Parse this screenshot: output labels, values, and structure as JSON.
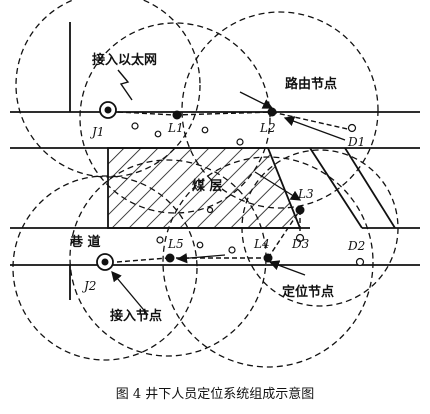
{
  "labels": {
    "ethernet": "接入以太网",
    "router": "路由节点",
    "mine_wall": "煤  层",
    "tunnel": "巷  道",
    "locator": "定位节点",
    "access": "接入节点"
  },
  "nodes": {
    "J1": "J1",
    "J2": "J2",
    "L1": "L1",
    "L2": "L2",
    "L3": "L3",
    "L4": "L4",
    "L5": "L5",
    "D1": "D1",
    "D2": "D2",
    "D3": "D3"
  },
  "caption": "图 4   井下人员定位系统组成示意图",
  "colors": {
    "ink": "#111111",
    "background": "#ffffff"
  }
}
